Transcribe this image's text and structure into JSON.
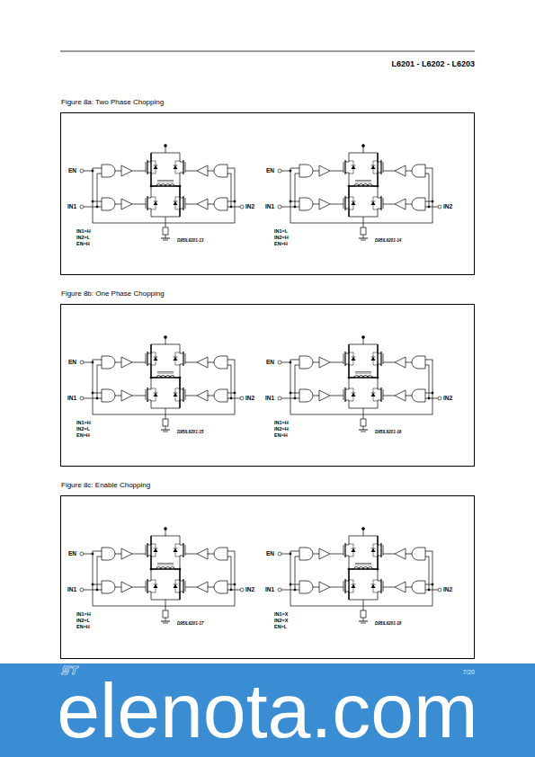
{
  "diagram": {
    "nodes": [
      {
        "text": [
          "Figure 8a: Two Phase Chopping"
        ]
      },
      {
        "text": [
          "Figure 8b: One Phase Chopping"
        ]
      },
      {
        "text": [
          "Figure 8c: Enable Chopping"
        ]
      }
    ],
    "labels": [
      "L6201 - L6202 - L6203",
      "EN",
      "IN1",
      "IN2",
      "IN1=H",
      "IN2=L",
      "EN=H",
      "D95IL6201-13",
      "EN",
      "IN1",
      "IN2",
      "IN1=L",
      "IN2=H",
      "EN=H",
      "D95IL6201-14",
      "EN",
      "IN1",
      "IN2",
      "IN1=H",
      "IN2=L",
      "EN=H",
      "D95IL6201-15",
      "EN",
      "IN1",
      "IN2",
      "IN1=H",
      "IN2=H",
      "EN=H",
      "D95IL6201-16",
      "EN",
      "IN1",
      "IN2",
      "IN1=H",
      "IN2=L",
      "EN=H",
      "D95IL6201-17",
      "EN",
      "IN1",
      "IN2",
      "IN1=X",
      "IN2=X",
      "EN=L",
      "D95IL6201-18",
      "7/20",
      "elenota.com"
    ]
  }
}
